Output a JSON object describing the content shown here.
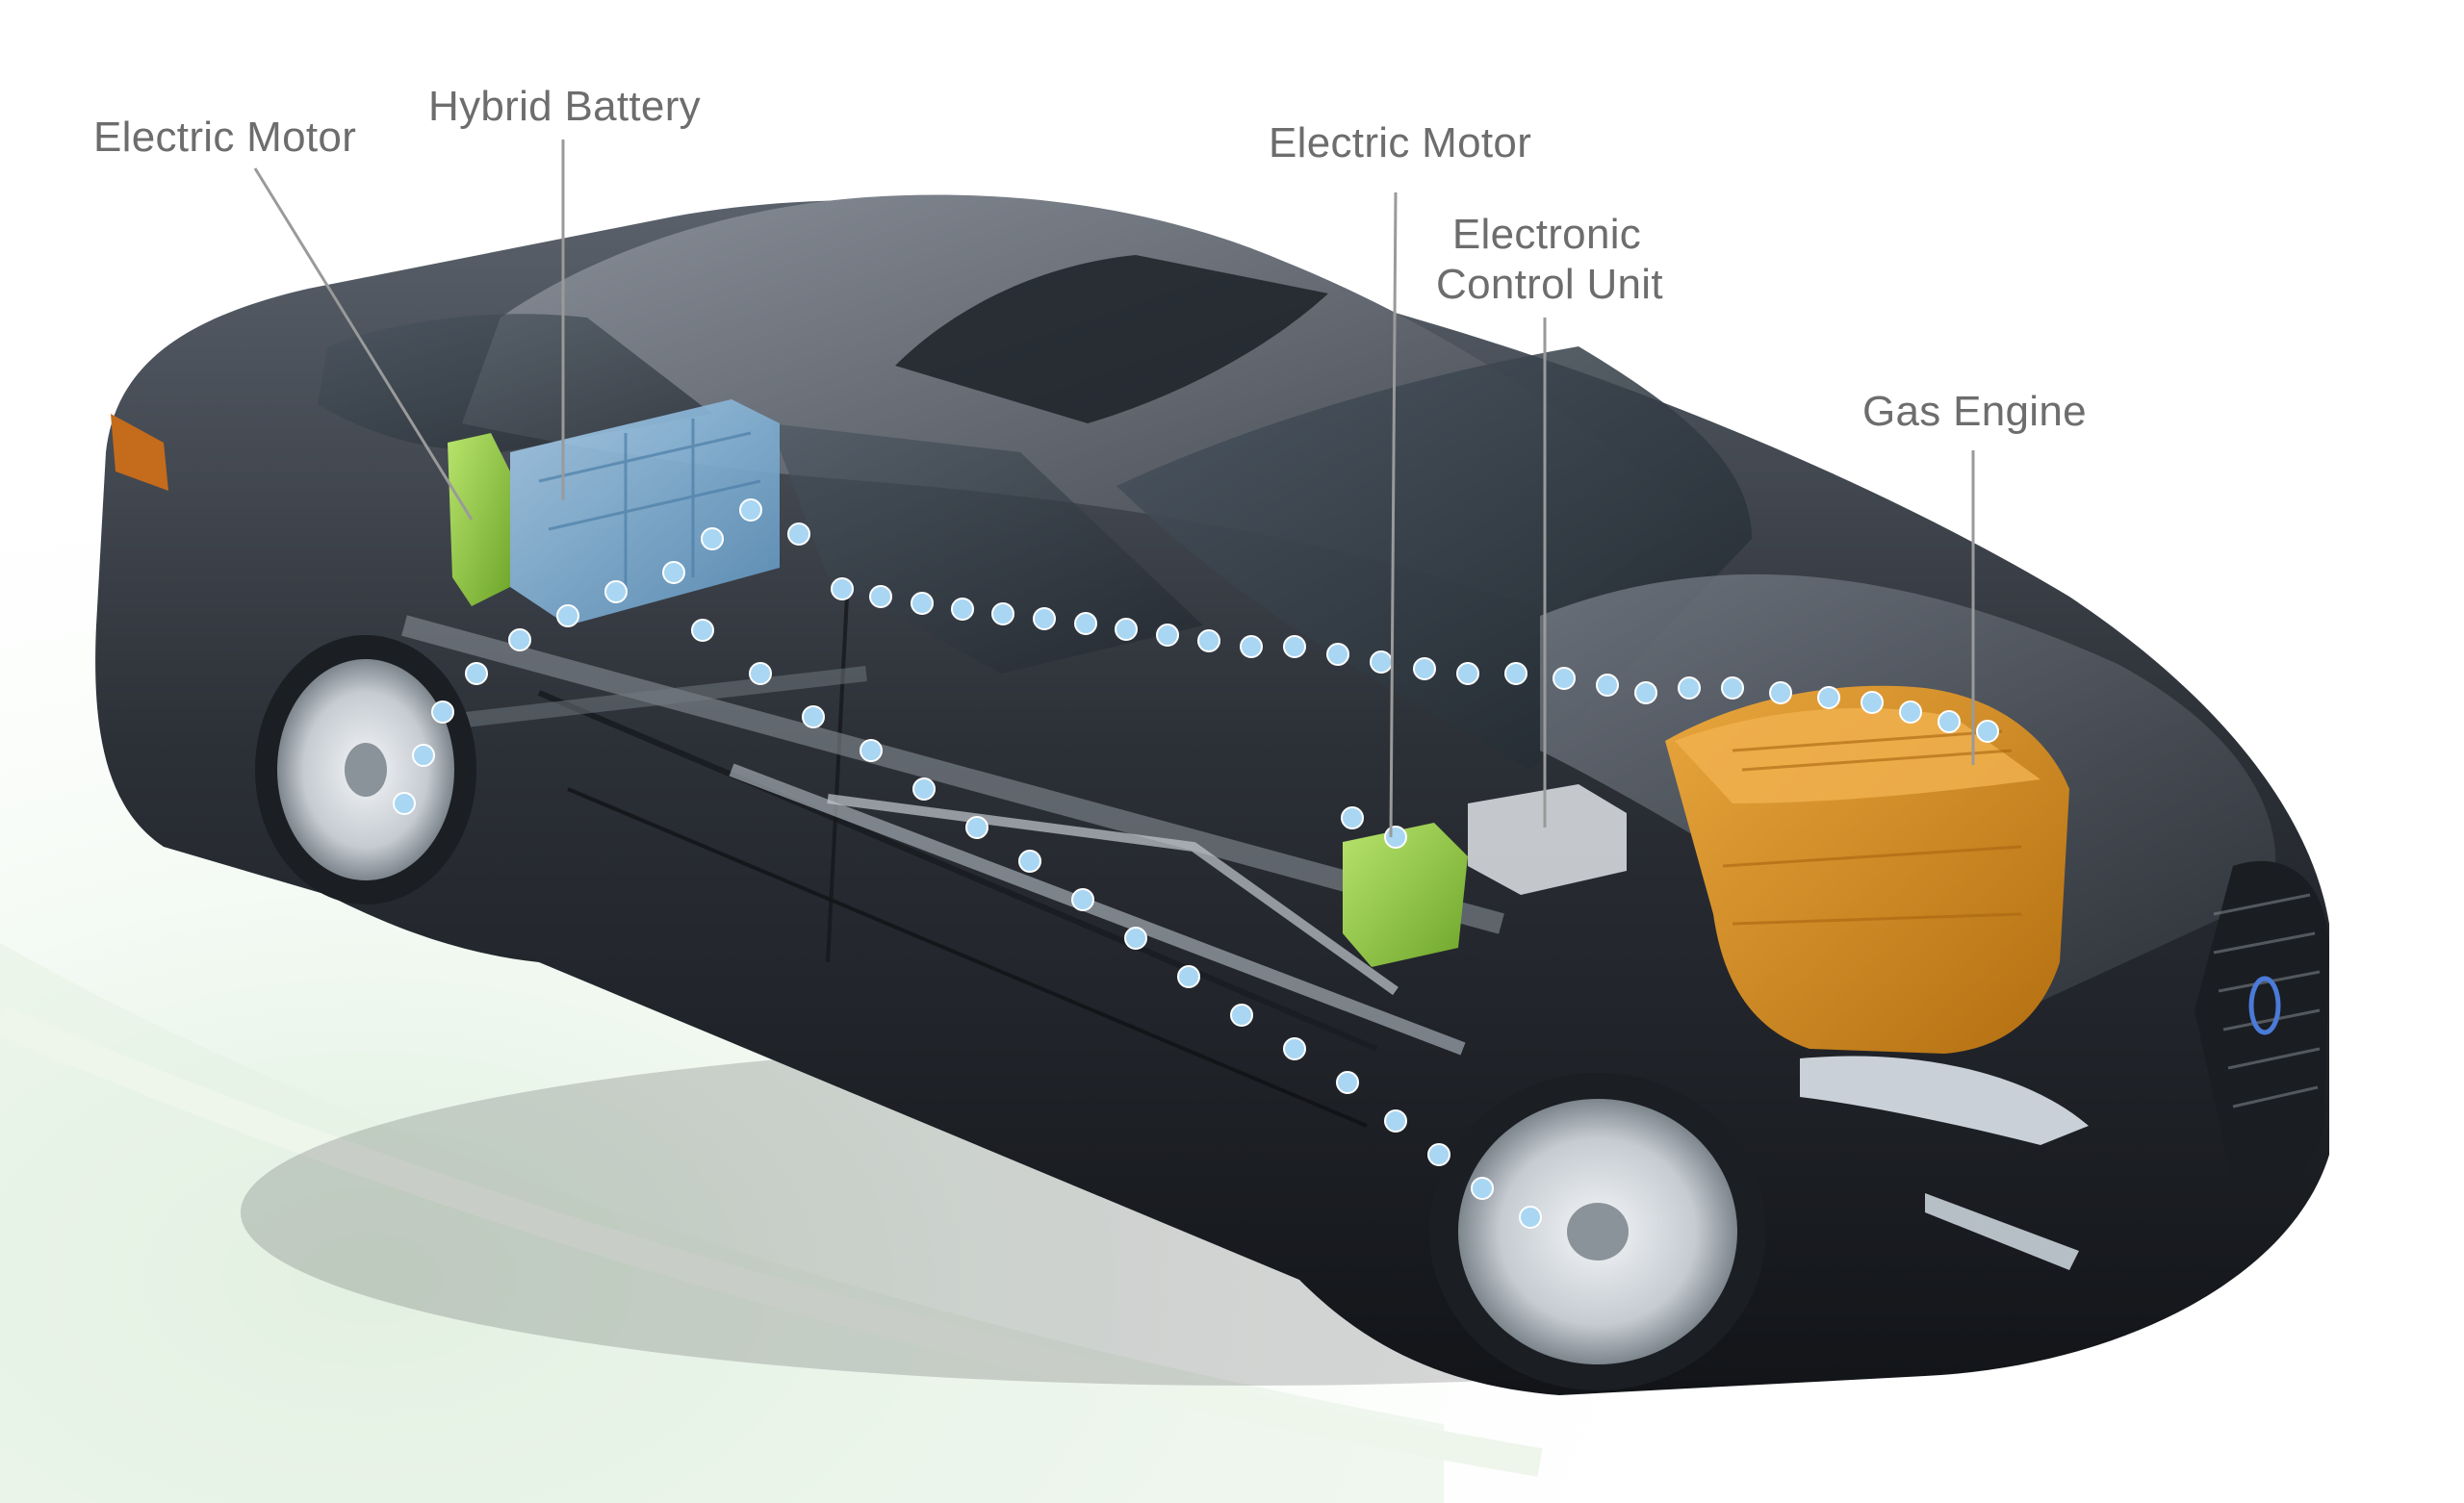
{
  "labels": {
    "electric_motor_rear": "Electric Motor",
    "hybrid_battery": "Hybrid Battery",
    "electric_motor_front": "Electric Motor",
    "ecu_line1": "Electronic",
    "ecu_line2": "Control Unit",
    "gas_engine": "Gas Engine"
  },
  "colors": {
    "car_body": "#2c3037",
    "hybrid_battery": "#7fb3d8",
    "electric_motor": "#9bd24a",
    "gas_engine": "#d58a1c",
    "power_flow_dots": "#a9d6f2",
    "label_text": "#6d6d6d",
    "leader_line": "#9a9a9a"
  },
  "icons": {
    "brand_emblem": "lexus-emblem-icon"
  }
}
